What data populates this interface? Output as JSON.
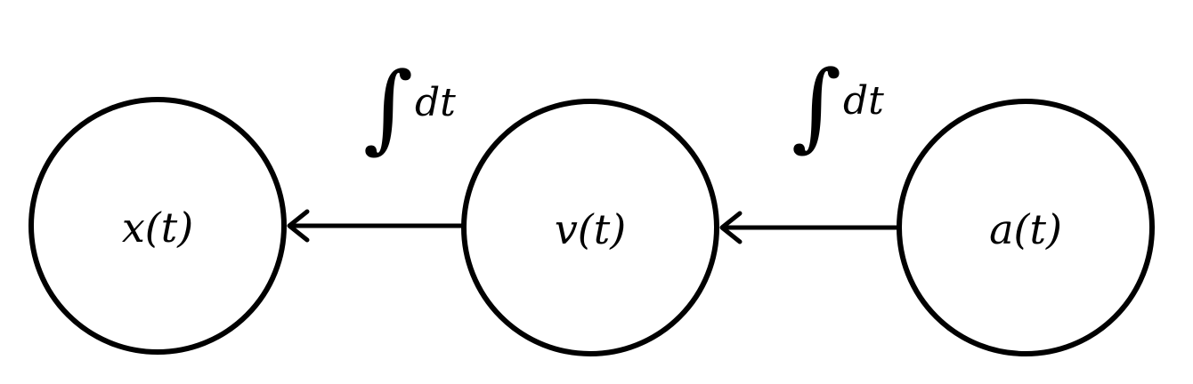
{
  "nodes": {
    "position": {
      "label": "x(t)"
    },
    "velocity": {
      "label": "v(t)"
    },
    "acceleration": {
      "label": "a(t)"
    }
  },
  "edges": {
    "acceleration_to_velocity": {
      "integral_symbol": "∫",
      "operator": "dt"
    },
    "velocity_to_position": {
      "integral_symbol": "∫",
      "operator": "dt"
    }
  }
}
